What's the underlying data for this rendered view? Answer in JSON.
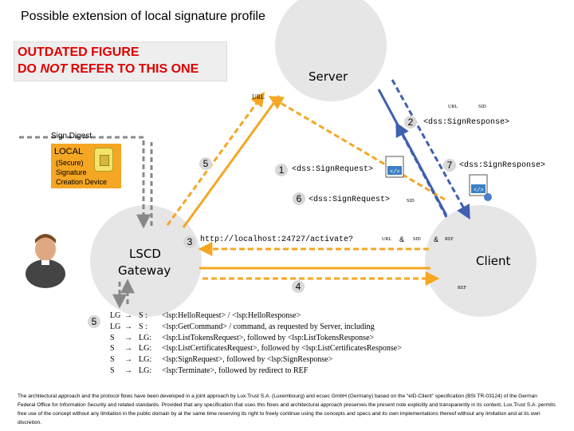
{
  "title": "Possible extension of local signature profile",
  "warning": {
    "line1": "OUTDATED FIGURE",
    "line2_before": "DO ",
    "line2_emph": "NOT",
    "line2_after": " REFER TO THIS ONE"
  },
  "nodes": {
    "server": "Server",
    "client": "Client",
    "gateway_line1": "LSCD",
    "gateway_line2": "Gateway"
  },
  "sign_digest": "Sign Digest",
  "local_box": {
    "title": "LOCAL",
    "line1": "(Secure)",
    "line2": "Signature",
    "line3": "Creation Device"
  },
  "labels": {
    "url_server": "URL",
    "url_top": "URL",
    "sid_top": "SID",
    "url_mid": "URL",
    "amp1": "&",
    "sid_mid": "SID",
    "amp2": "&",
    "ref_mid": "REF",
    "sid_step6": "SID",
    "ref_client": "REF"
  },
  "steps": {
    "s1_num": "1",
    "s1_text": "<dss:SignRequest>",
    "s2_num": "2",
    "s2_text": "<dss:SignResponse>",
    "s3_num": "3",
    "s3_text": "http://localhost:24727/activate?",
    "s4_num": "4",
    "s5_num": "5",
    "s6_num": "6",
    "s6_text": "<dss:SignRequest>",
    "s7_num": "7",
    "s7_text": "<dss:SignResponse>"
  },
  "legend": {
    "num": "5",
    "rows": [
      {
        "from": "LG",
        "to": "S :",
        "text": "<lsp:HelloRequest> / <lsp:HelloResponse>"
      },
      {
        "from": "LG",
        "to": "S :",
        "text": "<lsp:GetCommand> / command, as requested by Server, including"
      },
      {
        "from": "S",
        "to": "LG:",
        "text": "<lsp:ListTokensRequest>, followed by <lsp:ListTokensResponse>"
      },
      {
        "from": "S",
        "to": "LG:",
        "text": "<lsp:ListCertificatesRequest>, followed by <lsp:ListCertificatesResponse>"
      },
      {
        "from": "S",
        "to": "LG:",
        "text": "<lsp:SignRequest>, followed by <lsp:SignResponse>"
      },
      {
        "from": "S",
        "to": "LG:",
        "text": "<lsp:Terminate>, followed by redirect to REF"
      }
    ],
    "arrow": "→"
  },
  "footer": "The architectural approach and the protocol flows have been developed in a joint approach by Lux.Trust S.A. (Luxembourg) and ecsec GmbH (Germany) based on the \"eID-Client\" specification (BSI TR-03124) of the German Federal Office for Information Security and related standards. Provided that any specification that uses this flows and architectural approach preserves the present note explicitly and transparently in its content, Lux.Trust S.A. permits free use of the concept without any limitation in the public domain by at the same time reserving its right to freely continue using the concepts and specs and its own implementations thereof without any limitation and at its own discretion.",
  "colors": {
    "orange": "#f5a623",
    "blue": "#3f5fb0",
    "gray_dashed": "#888888",
    "warning_red": "#e00000"
  }
}
